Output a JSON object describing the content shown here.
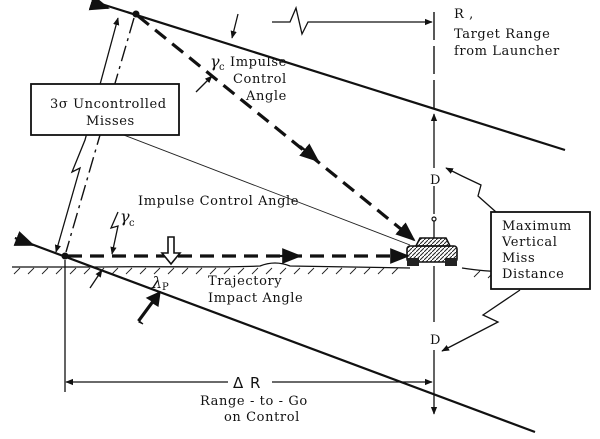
{
  "diagram": {
    "title": "Impulse control geometry for target miss correction",
    "labels": {
      "target_range_symbol": "R ,",
      "target_range_line1": "Target Range",
      "target_range_line2": "from Launcher",
      "gamma_symbol": "γ",
      "gamma_sub": "c",
      "upper_angle_line1": "Impulse",
      "upper_angle_line2": "Control",
      "upper_angle_line3": "Angle",
      "lower_angle": "Impulse Control Angle",
      "uncontrolled_line1": "3σ Uncontrolled",
      "uncontrolled_line2": "Misses",
      "lambda_symbol": "λ",
      "lambda_sub": "P",
      "impact_line1": "Trajectory",
      "impact_line2": "Impact Angle",
      "max_miss_line1": "Maximum",
      "max_miss_line2": "Vertical",
      "max_miss_line3": "Miss",
      "max_miss_line4": "Distance",
      "d_upper": "D",
      "d_lower": "D",
      "delta_r": "Δ R",
      "range_to_go_line1": "Range - to - Go",
      "range_to_go_line2": "on Control"
    }
  }
}
